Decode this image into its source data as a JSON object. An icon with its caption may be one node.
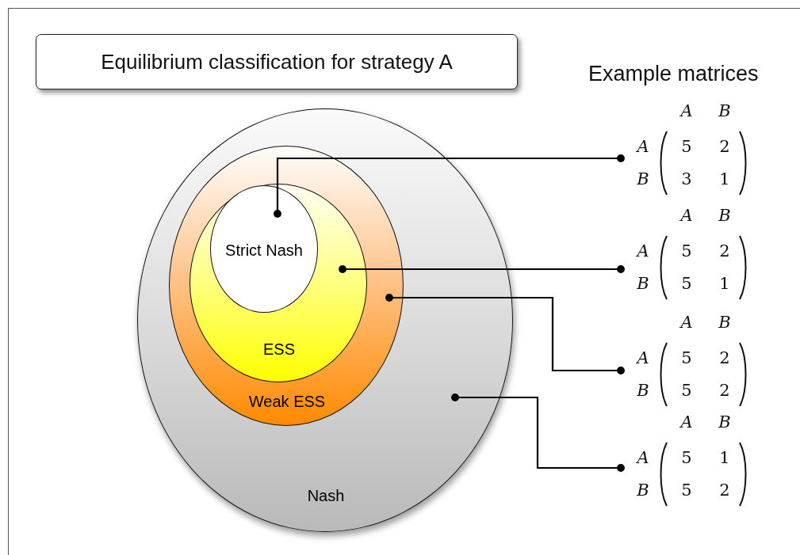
{
  "diagram": {
    "title": "Equilibrium classification for strategy A",
    "nodes": [
      {
        "text": [
          "Nash"
        ]
      },
      {
        "text": [
          "Weak ESS"
        ],
        "in": 0
      },
      {
        "text": [
          "ESS"
        ],
        "in": 1
      },
      {
        "text": [
          "Strict Nash"
        ],
        "in": 2
      },
      {
        "text": [
          "A",
          "B",
          "A",
          "5",
          "2",
          "B",
          "3",
          "1"
        ]
      },
      {
        "text": [
          "A",
          "B",
          "A",
          "5",
          "2",
          "B",
          "5",
          "1"
        ]
      },
      {
        "text": [
          "A",
          "B",
          "A",
          "5",
          "2",
          "B",
          "5",
          "2"
        ]
      },
      {
        "text": [
          "A",
          "B",
          "A",
          "5",
          "1",
          "B",
          "5",
          "2"
        ]
      }
    ],
    "edges": [
      {
        "from": 3,
        "to": 4,
        "arrow": "other"
      },
      {
        "from": 2,
        "to": 5,
        "arrow": "other"
      },
      {
        "from": 1,
        "to": 6,
        "arrow": "other"
      },
      {
        "from": 0,
        "to": 7,
        "arrow": "other"
      }
    ],
    "labels": [
      "Example matrices"
    ]
  }
}
